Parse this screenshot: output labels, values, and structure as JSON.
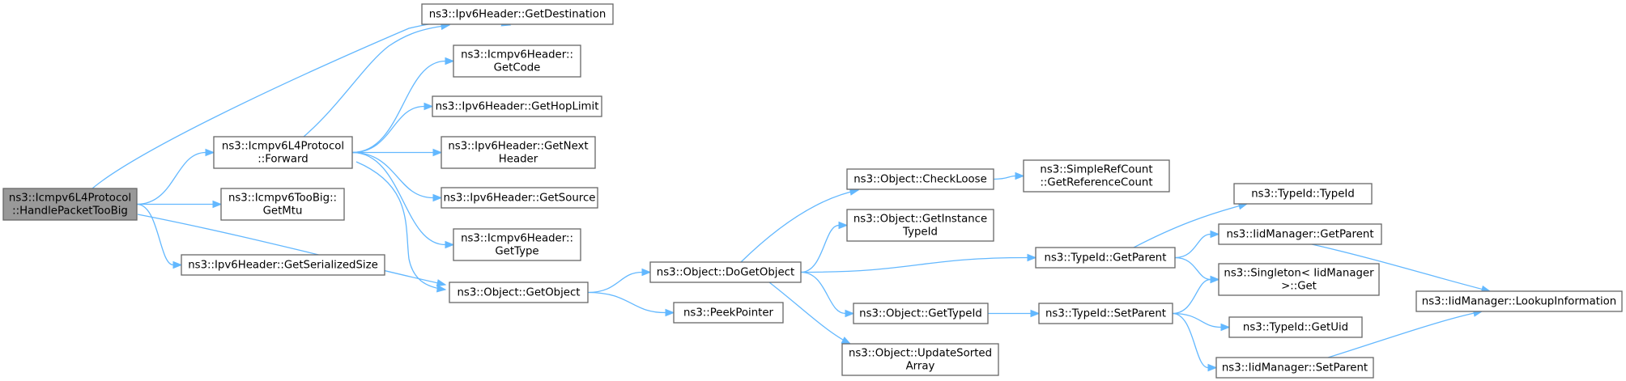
{
  "graph": {
    "title": "",
    "root": "n0",
    "nodes": [
      {
        "id": "n0",
        "lines": [
          "ns3::Icmpv6L4Protocol",
          "::HandlePacketTooBig"
        ],
        "root": true
      },
      {
        "id": "n1",
        "lines": [
          "ns3::Ipv6Header::GetDestination"
        ]
      },
      {
        "id": "n2",
        "lines": [
          "ns3::Icmpv6L4Protocol",
          "::Forward"
        ]
      },
      {
        "id": "n3",
        "lines": [
          "ns3::Icmpv6TooBig::",
          "GetMtu"
        ]
      },
      {
        "id": "n4",
        "lines": [
          "ns3::Object::GetObject"
        ]
      },
      {
        "id": "n5",
        "lines": [
          "ns3::Ipv6Header::GetSerializedSize"
        ]
      },
      {
        "id": "n6",
        "lines": [
          "ns3::Icmpv6Header::",
          "GetCode"
        ]
      },
      {
        "id": "n7",
        "lines": [
          "ns3::Ipv6Header::GetHopLimit"
        ]
      },
      {
        "id": "n8",
        "lines": [
          "ns3::Ipv6Header::GetNext",
          "Header"
        ]
      },
      {
        "id": "n9",
        "lines": [
          "ns3::Ipv6Header::GetSource"
        ]
      },
      {
        "id": "n10",
        "lines": [
          "ns3::Icmpv6Header::",
          "GetType"
        ]
      },
      {
        "id": "n11",
        "lines": [
          "ns3::Object::DoGetObject"
        ]
      },
      {
        "id": "n12",
        "lines": [
          "ns3::PeekPointer"
        ]
      },
      {
        "id": "n13",
        "lines": [
          "ns3::Object::CheckLoose"
        ]
      },
      {
        "id": "n14",
        "lines": [
          "ns3::Object::GetInstance",
          "TypeId"
        ]
      },
      {
        "id": "n15",
        "lines": [
          "ns3::TypeId::GetParent"
        ]
      },
      {
        "id": "n16",
        "lines": [
          "ns3::Object::GetTypeId"
        ]
      },
      {
        "id": "n17",
        "lines": [
          "ns3::Object::UpdateSorted",
          "Array"
        ]
      },
      {
        "id": "n18",
        "lines": [
          "ns3::SimpleRefCount",
          "::GetReferenceCount"
        ]
      },
      {
        "id": "n19",
        "lines": [
          "ns3::TypeId::TypeId"
        ]
      },
      {
        "id": "n20",
        "lines": [
          "ns3::IidManager::GetParent"
        ]
      },
      {
        "id": "n21",
        "lines": [
          "ns3::Singleton< IidManager",
          " >::Get"
        ]
      },
      {
        "id": "n22",
        "lines": [
          "ns3::TypeId::SetParent"
        ]
      },
      {
        "id": "n23",
        "lines": [
          "ns3::TypeId::GetUid"
        ]
      },
      {
        "id": "n24",
        "lines": [
          "ns3::IidManager::SetParent"
        ]
      },
      {
        "id": "n25",
        "lines": [
          "ns3::IidManager::LookupInformation"
        ]
      }
    ],
    "edges": [
      [
        "n0",
        "n1"
      ],
      [
        "n0",
        "n2"
      ],
      [
        "n0",
        "n3"
      ],
      [
        "n0",
        "n4"
      ],
      [
        "n0",
        "n5"
      ],
      [
        "n2",
        "n1"
      ],
      [
        "n2",
        "n6"
      ],
      [
        "n2",
        "n7"
      ],
      [
        "n2",
        "n8"
      ],
      [
        "n2",
        "n9"
      ],
      [
        "n2",
        "n10"
      ],
      [
        "n2",
        "n4"
      ],
      [
        "n4",
        "n11"
      ],
      [
        "n4",
        "n12"
      ],
      [
        "n11",
        "n13"
      ],
      [
        "n11",
        "n14"
      ],
      [
        "n11",
        "n15"
      ],
      [
        "n11",
        "n16"
      ],
      [
        "n11",
        "n17"
      ],
      [
        "n13",
        "n18"
      ],
      [
        "n15",
        "n19"
      ],
      [
        "n15",
        "n20"
      ],
      [
        "n15",
        "n21"
      ],
      [
        "n16",
        "n22"
      ],
      [
        "n20",
        "n25"
      ],
      [
        "n22",
        "n21"
      ],
      [
        "n22",
        "n23"
      ],
      [
        "n22",
        "n24"
      ],
      [
        "n24",
        "n25"
      ]
    ],
    "colors": {
      "node_border": "#666666",
      "root_fill": "#999999",
      "edge": "#63b8ff"
    }
  }
}
